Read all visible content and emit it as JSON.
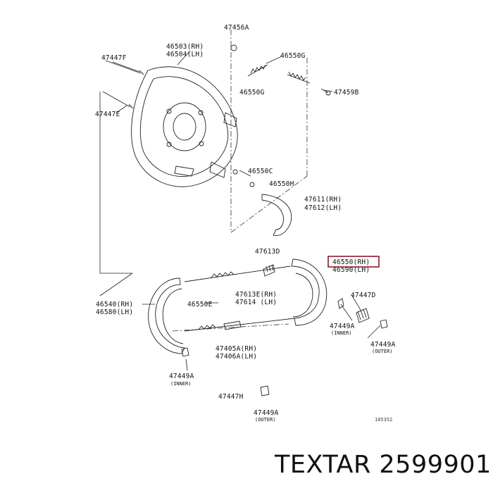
{
  "labels": {
    "p47456A": "47456A",
    "p46503": "46503(RH)",
    "p46504": "46504(LH)",
    "p47447F": "47447F",
    "p46550G_a": "46550G",
    "p46550G_b": "46550G",
    "p47459B": "47459B",
    "p47447E": "47447E",
    "p46550C": "46550C",
    "p46550H": "46550H",
    "p47611": "47611(RH)",
    "p47612": "47612(LH)",
    "p47613D": "47613D",
    "p46550RH": "46550(RH)",
    "p46590LH": "46590(LH)",
    "p47613E": "47613E(RH)",
    "p47614": "47614 (LH)",
    "p46550E": "46550E",
    "p46540": "46540(RH)",
    "p46580": "46580(LH)",
    "p47447D": "47447D",
    "p47449A_1": "47449A",
    "p47449A_1_sub": "(INNER)",
    "p47449A_2": "47449A",
    "p47449A_2_sub": "(OUTER)",
    "p47405A": "47405A(RH)",
    "p47406A": "47406A(LH)",
    "p47449A_3": "47449A",
    "p47449A_3_sub": "(INNER)",
    "p47447H": "47447H",
    "p47449A_4": "47449A",
    "p47449A_4_sub": "(OUTER)",
    "code": "185352"
  },
  "highlight_color": "#8b1a2b",
  "brand_caption": "TEXTAR 2599901"
}
